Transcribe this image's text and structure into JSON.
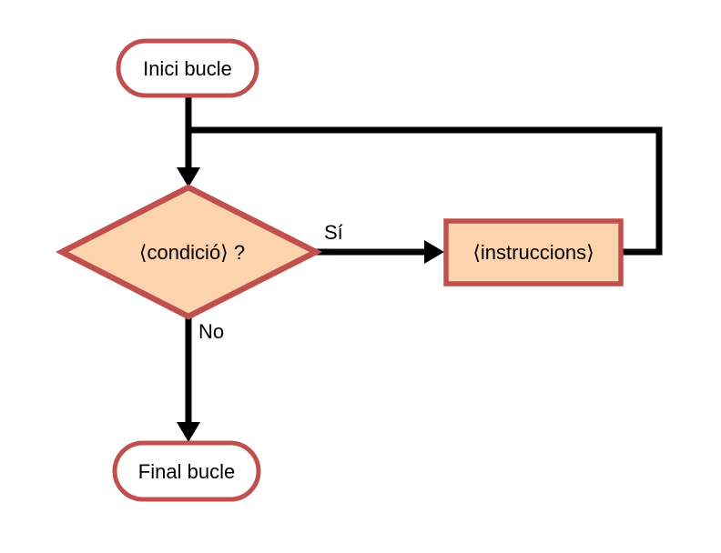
{
  "diagram": {
    "type": "flowchart",
    "language": "Catalan",
    "nodes": {
      "start": {
        "label": "Inici bucle",
        "shape": "terminator"
      },
      "condition": {
        "label": "⟨condició⟩ ?",
        "shape": "decision"
      },
      "instructions": {
        "label": "⟨instruccions⟩",
        "shape": "process"
      },
      "end": {
        "label": "Final bucle",
        "shape": "terminator"
      }
    },
    "edges": {
      "yes_label": "Sí",
      "no_label": "No"
    },
    "colors": {
      "background": "#ffffff",
      "connector": "#000000",
      "shape_border": "#c0504d",
      "shape_fill": "#fcd3ac",
      "terminator_fill": "#ffffff",
      "text": "#000000"
    }
  }
}
